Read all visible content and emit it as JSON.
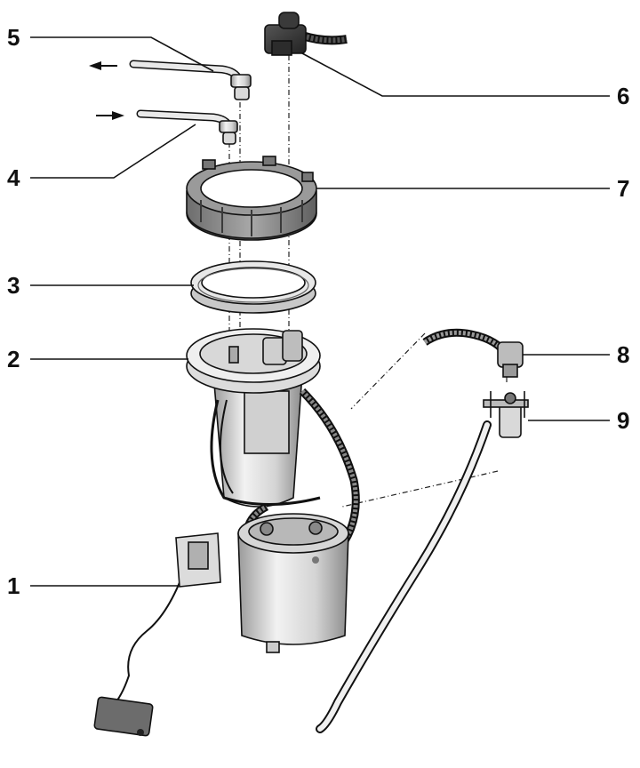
{
  "figure": {
    "title": "Fuel delivery unit — exploded view",
    "colors": {
      "ink": "#111111",
      "metal_light": "#e6e6e6",
      "metal_mid": "#bdbdbd",
      "metal_dark": "#6f6f6f",
      "ring_gray": "#8a8a8a"
    }
  },
  "callouts": [
    {
      "number": "1",
      "part": "sender-unit"
    },
    {
      "number": "2",
      "part": "flange"
    },
    {
      "number": "3",
      "part": "seal-ring"
    },
    {
      "number": "4",
      "part": "supply-line"
    },
    {
      "number": "5",
      "part": "return-line"
    },
    {
      "number": "6",
      "part": "connector"
    },
    {
      "number": "7",
      "part": "union-nut"
    },
    {
      "number": "8",
      "part": "connector-small"
    },
    {
      "number": "9",
      "part": "filter-holder"
    }
  ],
  "icons": {
    "arrow_out": "arrow-left-icon",
    "arrow_in": "arrow-right-icon"
  }
}
